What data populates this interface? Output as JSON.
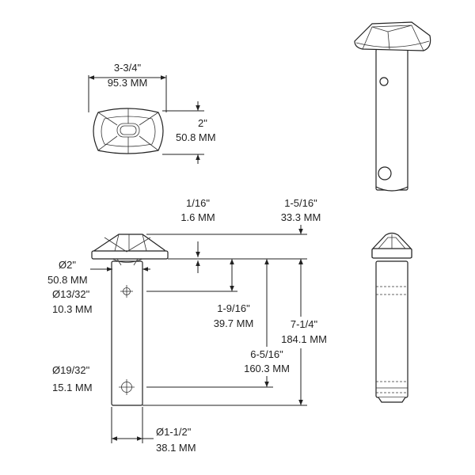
{
  "dimensions": {
    "top_width_in": "3-3/4\"",
    "top_width_mm": "95.3 MM",
    "top_height_in": "2\"",
    "top_height_mm": "50.8 MM",
    "head_thickness_in": "1/16\"",
    "head_thickness_mm": "1.6 MM",
    "head_height_in": "1-5/16\"",
    "head_height_mm": "33.3 MM",
    "collar_dia_in": "Ø2\"",
    "collar_dia_mm": "50.8 MM",
    "small_hole_dia_in": "Ø13/32\"",
    "small_hole_dia_mm": "10.3 MM",
    "small_hole_pos_in": "1-9/16\"",
    "small_hole_pos_mm": "39.7 MM",
    "overall_length_in": "7-1/4\"",
    "overall_length_mm": "184.1 MM",
    "large_hole_pos_in": "6-5/16\"",
    "large_hole_pos_mm": "160.3 MM",
    "large_hole_dia_in": "Ø19/32\"",
    "large_hole_dia_mm": "15.1 MM",
    "shaft_dia_in": "Ø1-1/2\"",
    "shaft_dia_mm": "38.1 MM"
  }
}
